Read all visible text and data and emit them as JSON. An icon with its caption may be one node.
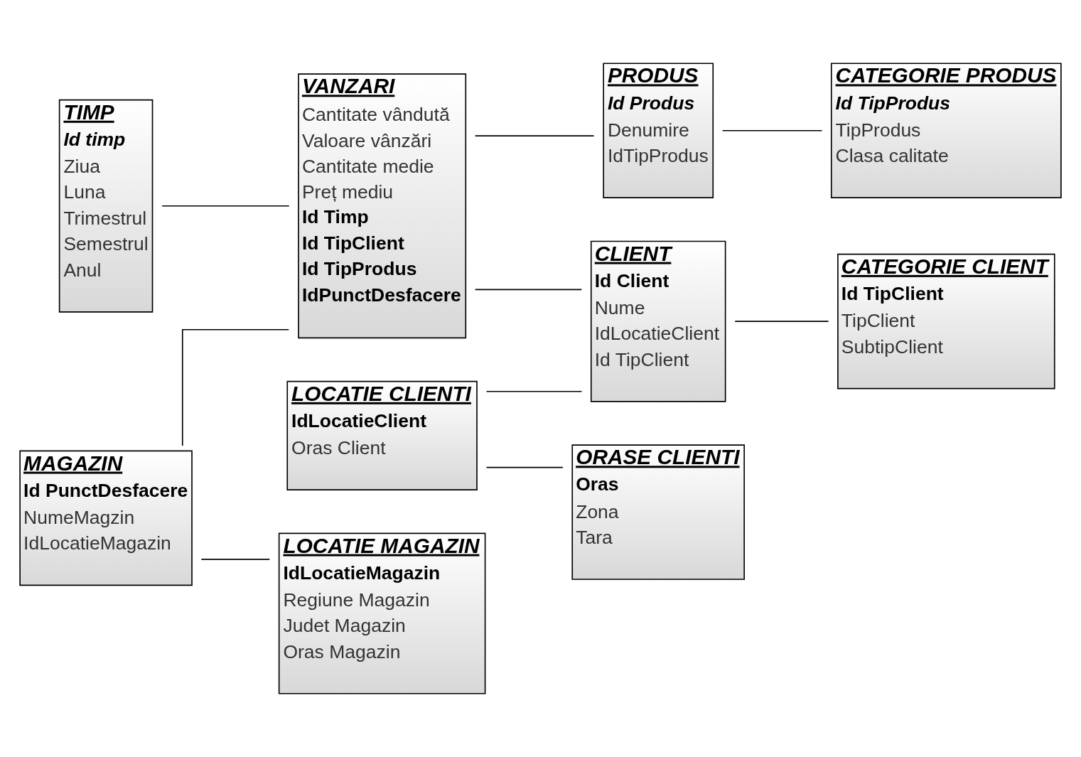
{
  "diagram": {
    "nodes": [
      {
        "text": [
          "TIMP",
          "Id timp",
          "Ziua",
          "Luna",
          "Trimestrul",
          "Semestrul",
          "Anul"
        ]
      },
      {
        "text": [
          "VANZARI",
          "Cantitate vândută",
          "Valoare vânzări",
          "Cantitate medie",
          "Preț mediu",
          "Id Timp",
          "Id TipClient",
          "Id TipProdus",
          "IdPunctDesfacere"
        ]
      },
      {
        "text": [
          "PRODUS",
          "Id Produs",
          "Denumire",
          "IdTipProdus"
        ]
      },
      {
        "text": [
          "CATEGORIE PRODUS",
          "Id TipProdus",
          "TipProdus",
          "Clasa calitate"
        ]
      },
      {
        "text": [
          "MAGAZIN",
          "Id PunctDesfacere",
          "NumeMagzin",
          "IdLocatieMagazin"
        ]
      },
      {
        "text": [
          "CLIENT",
          "Id Client",
          "Nume",
          "IdLocatieClient",
          "Id TipClient"
        ]
      },
      {
        "text": [
          "LOCATIE CLIENTI",
          "IdLocatieClient",
          "Oras Client"
        ]
      },
      {
        "text": [
          "LOCATIE MAGAZIN",
          "IdLocatieMagazin",
          "Regiune Magazin",
          "Judet Magazin",
          "Oras Magazin"
        ]
      },
      {
        "text": [
          "ORASE CLIENTI",
          "Oras",
          "Zona",
          "Tara"
        ]
      },
      {
        "text": [
          "CATEGORIE CLIENT",
          "Id TipClient",
          "TipClient",
          "SubtipClient"
        ]
      }
    ],
    "edges": [
      {
        "from": 0,
        "to": 1,
        "arrow": "none"
      },
      {
        "from": 1,
        "to": 2,
        "arrow": "none"
      },
      {
        "from": 2,
        "to": 3,
        "arrow": "none"
      },
      {
        "from": 1,
        "to": 5,
        "arrow": "none"
      },
      {
        "from": 4,
        "to": 1,
        "arrow": "none"
      },
      {
        "from": 4,
        "to": 7,
        "arrow": "none"
      },
      {
        "from": 6,
        "to": 5,
        "arrow": "none"
      },
      {
        "from": 5,
        "to": 9,
        "arrow": "none"
      },
      {
        "from": 6,
        "to": 8,
        "arrow": "none"
      }
    ]
  }
}
